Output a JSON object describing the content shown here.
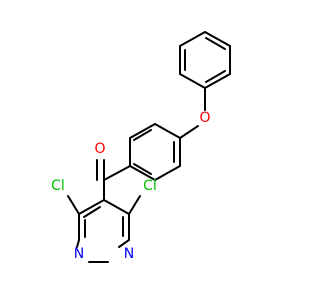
{
  "colors": {
    "bond": "#000000",
    "oxygen": "#ff0000",
    "nitrogen": "#0000ff",
    "chlorine": "#00c000"
  },
  "atoms": {
    "oxygen_ketone": "O",
    "oxygen_ether": "O",
    "chlorine_left": "Cl",
    "chlorine_right": "Cl",
    "nitrogen_left": "N",
    "nitrogen_right": "N"
  }
}
